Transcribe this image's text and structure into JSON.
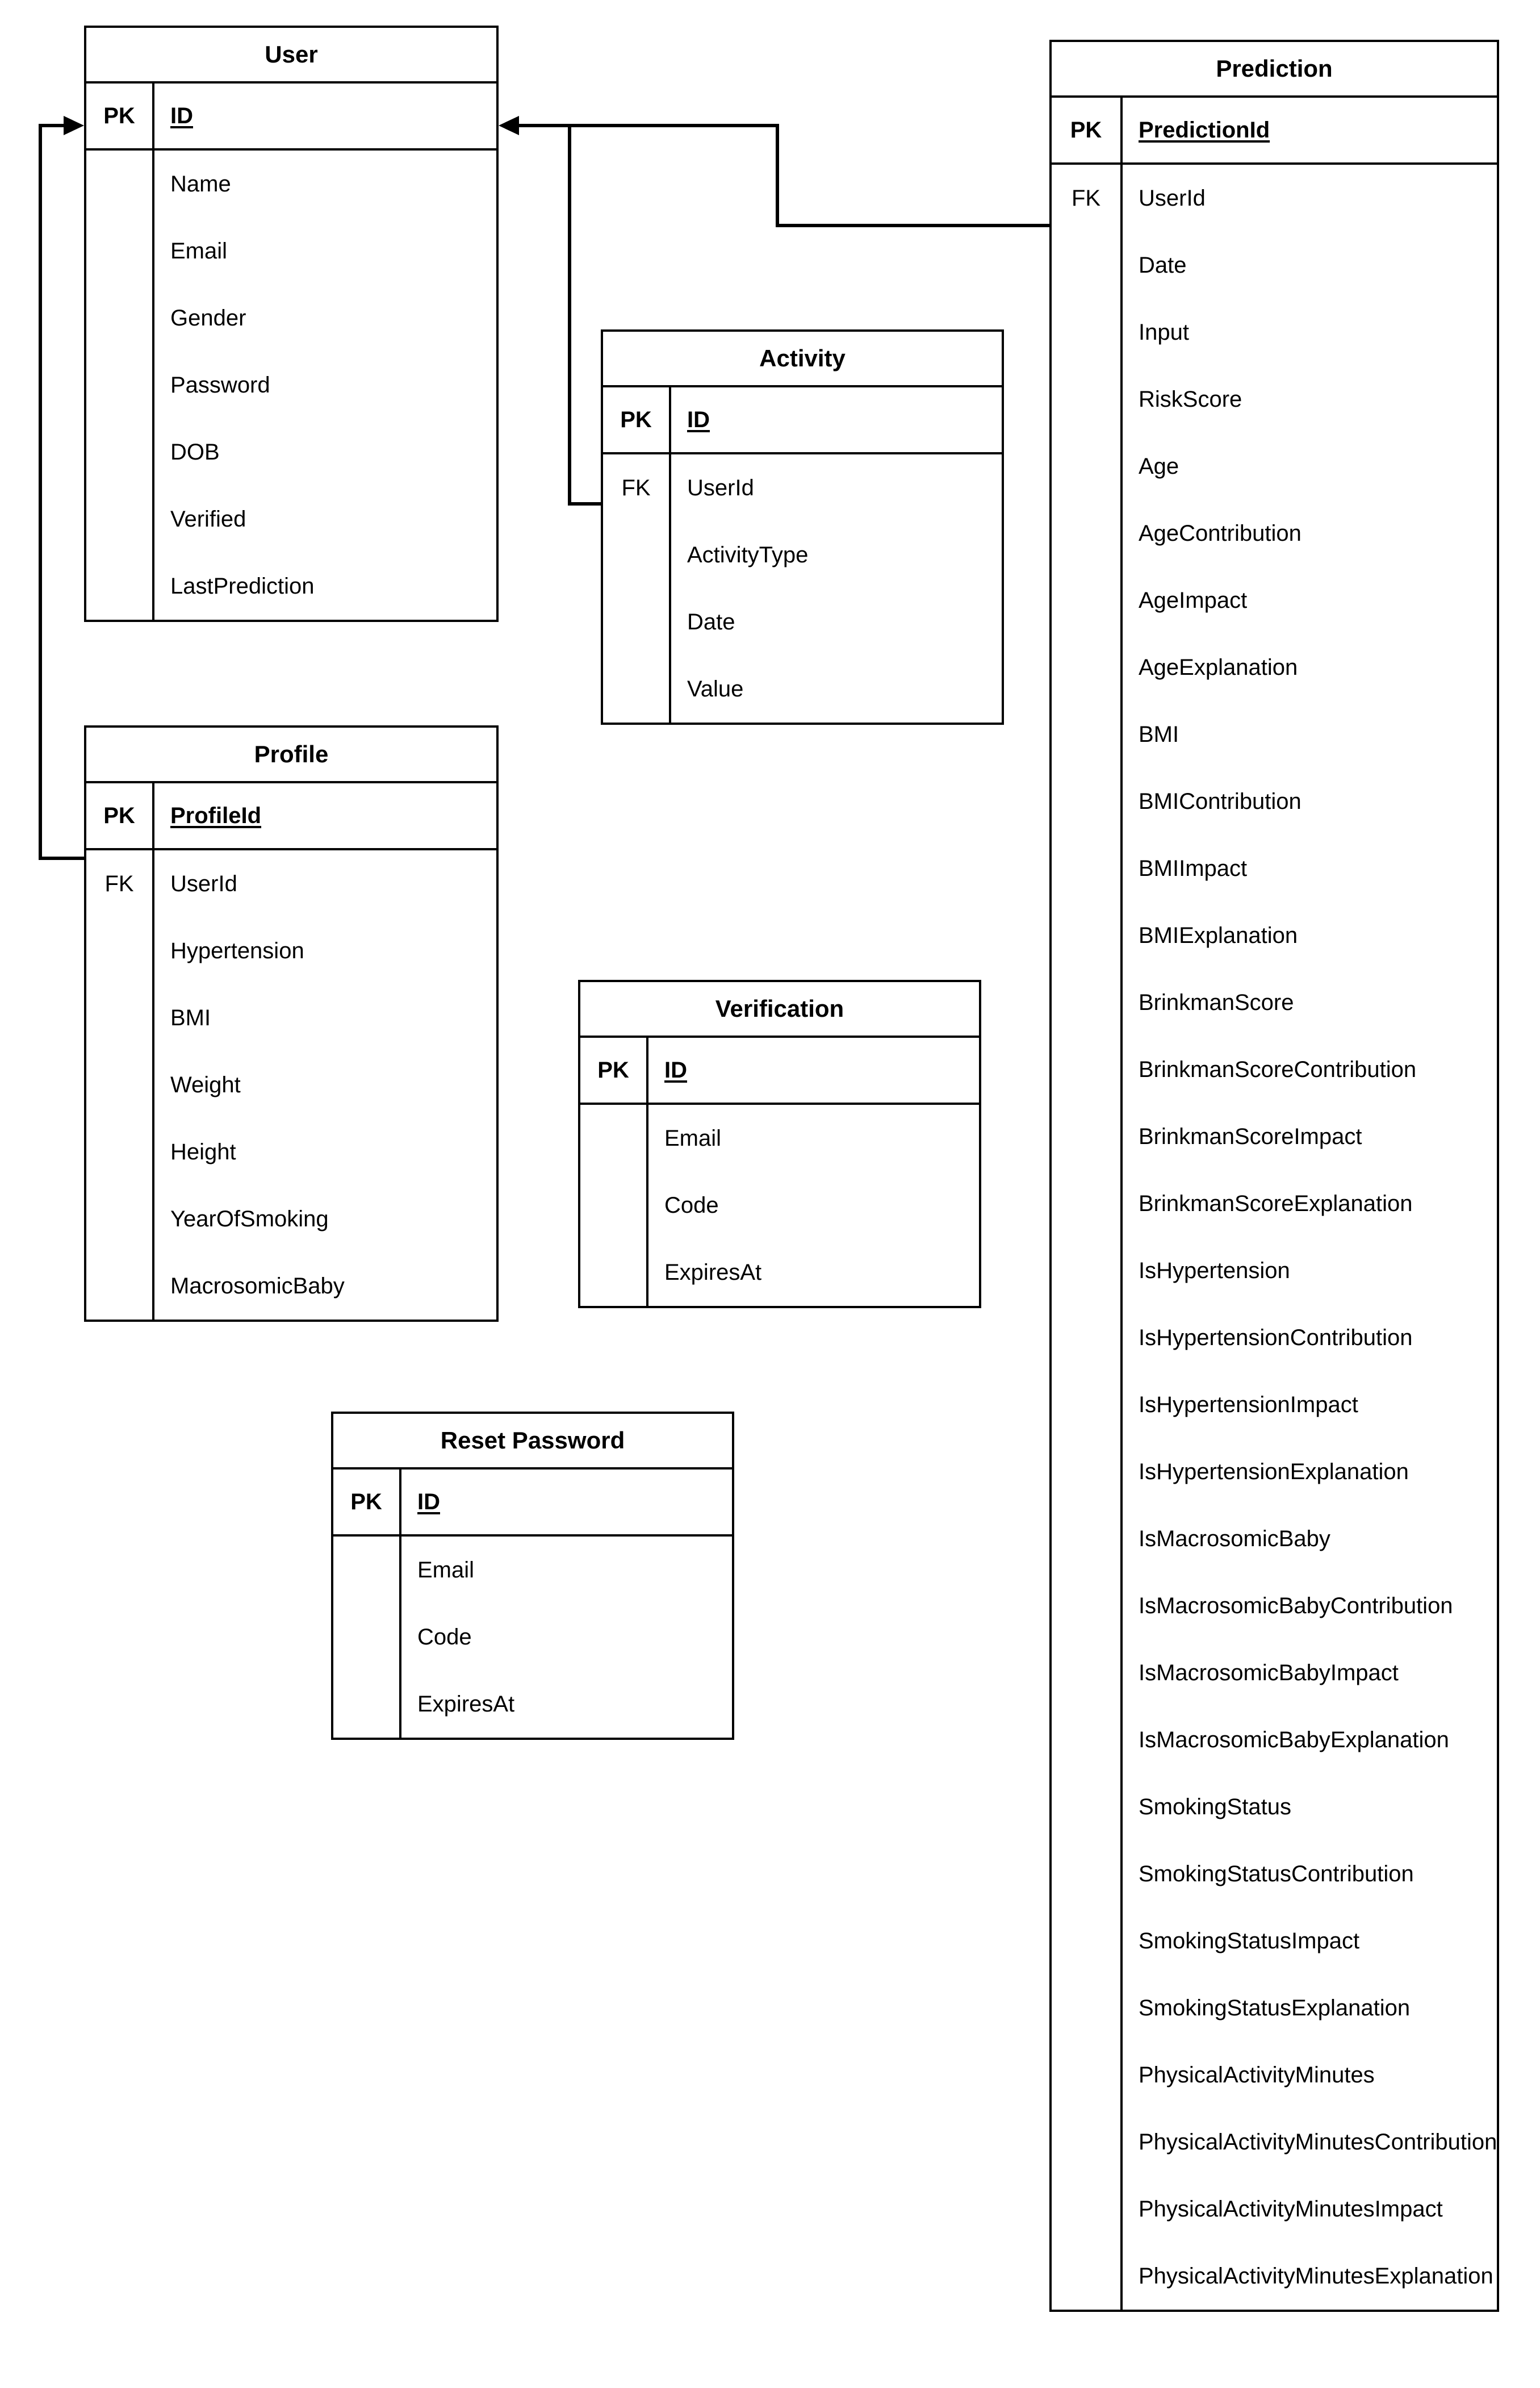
{
  "diagram": {
    "kind": "entity-relationship-diagram",
    "background_color": "#ffffff",
    "line_color": "#000000",
    "key_labels": {
      "primary": "PK",
      "foreign": "FK"
    }
  },
  "entities": {
    "user": {
      "title": "User",
      "pk_label": "PK",
      "pk_attribute": "ID",
      "attributes": [
        "Name",
        "Email",
        "Gender",
        "Password",
        "DOB",
        "Verified",
        "LastPrediction"
      ]
    },
    "profile": {
      "title": "Profile",
      "pk_label": "PK",
      "pk_attribute": "ProfileId",
      "fk_label": "FK",
      "fk_attribute": "UserId",
      "attributes": [
        "Hypertension",
        "BMI",
        "Weight",
        "Height",
        "YearOfSmoking",
        "MacrosomicBaby"
      ]
    },
    "activity": {
      "title": "Activity",
      "pk_label": "PK",
      "pk_attribute": "ID",
      "fk_label": "FK",
      "fk_attribute": "UserId",
      "attributes": [
        "ActivityType",
        "Date",
        "Value"
      ]
    },
    "verification": {
      "title": "Verification",
      "pk_label": "PK",
      "pk_attribute": "ID",
      "attributes": [
        "Email",
        "Code",
        "ExpiresAt"
      ]
    },
    "reset_password": {
      "title": "Reset Password",
      "pk_label": "PK",
      "pk_attribute": "ID",
      "attributes": [
        "Email",
        "Code",
        "ExpiresAt"
      ]
    },
    "prediction": {
      "title": "Prediction",
      "pk_label": "PK",
      "pk_attribute": "PredictionId",
      "fk_label": "FK",
      "fk_attribute": "UserId",
      "attributes": [
        "Date",
        "Input",
        "RiskScore",
        "Age",
        "AgeContribution",
        "AgeImpact",
        "AgeExplanation",
        "BMI",
        "BMIContribution",
        "BMIImpact",
        "BMIExplanation",
        "BrinkmanScore",
        "BrinkmanScoreContribution",
        "BrinkmanScoreImpact",
        "BrinkmanScoreExplanation",
        "IsHypertension",
        "IsHypertensionContribution",
        "IsHypertensionImpact",
        "IsHypertensionExplanation",
        "IsMacrosomicBaby",
        "IsMacrosomicBabyContribution",
        "IsMacrosomicBabyImpact",
        "IsMacrosomicBabyExplanation",
        "SmokingStatus",
        "SmokingStatusContribution",
        "SmokingStatusImpact",
        "SmokingStatusExplanation",
        "PhysicalActivityMinutes",
        "PhysicalActivityMinutesContribution",
        "PhysicalActivityMinutesImpact",
        "PhysicalActivityMinutesExplanation"
      ]
    }
  },
  "relationships": [
    {
      "from": "profile.UserId",
      "to": "user.ID",
      "direction": "to-user",
      "arrow": "right"
    },
    {
      "from": "activity.UserId",
      "to": "user.ID",
      "direction": "to-user",
      "arrow": "left"
    },
    {
      "from": "prediction.UserId",
      "to": "user.ID",
      "direction": "to-user",
      "arrow": "left"
    }
  ]
}
